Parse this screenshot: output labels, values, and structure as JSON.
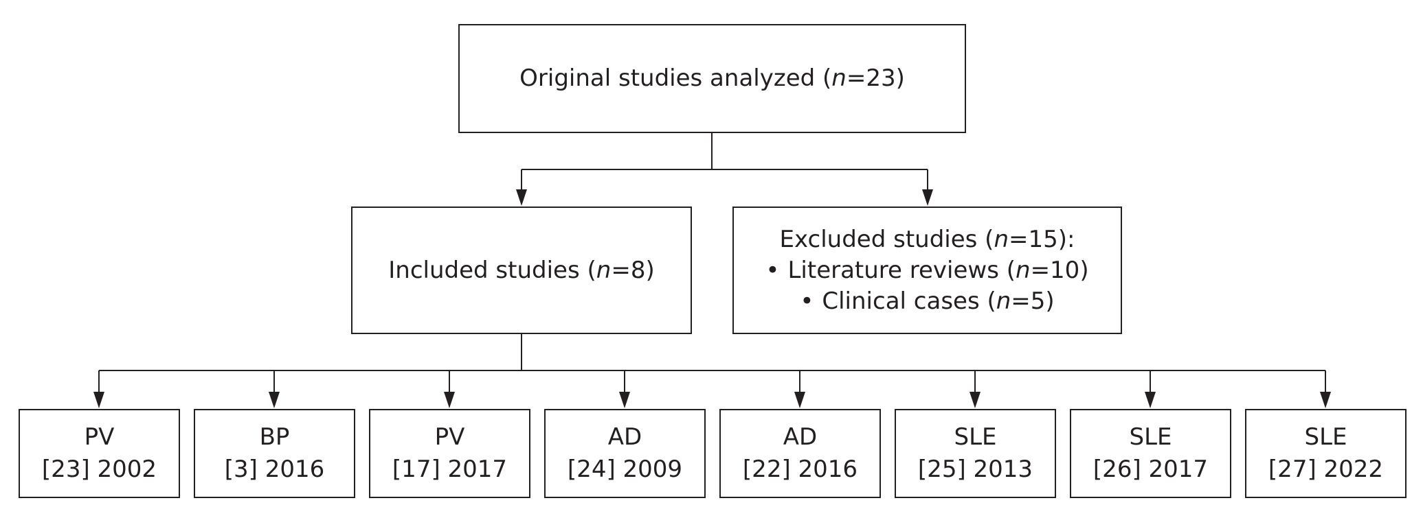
{
  "root": {
    "prefix": "Original studies analyzed (",
    "n_symbol": "n",
    "suffix": "=23)"
  },
  "included": {
    "prefix": "Included studies (",
    "n_symbol": "n",
    "suffix": "=8)"
  },
  "excluded": {
    "heading_prefix": "Excluded studies (",
    "heading_n": "n",
    "heading_suffix": "=15):",
    "bullet_symbol": "•",
    "items": [
      {
        "prefix": "Literature reviews (",
        "n_symbol": "n",
        "suffix": "=10)"
      },
      {
        "prefix": "Clinical cases (",
        "n_symbol": "n",
        "suffix": "=5)"
      }
    ]
  },
  "studies": [
    {
      "type": "PV",
      "ref": "[23] 2002"
    },
    {
      "type": "BP",
      "ref": "[3] 2016"
    },
    {
      "type": "PV",
      "ref": "[17] 2017"
    },
    {
      "type": "AD",
      "ref": "[24] 2009"
    },
    {
      "type": "AD",
      "ref": "[22] 2016"
    },
    {
      "type": "SLE",
      "ref": "[25] 2013"
    },
    {
      "type": "SLE",
      "ref": "[26] 2017"
    },
    {
      "type": "SLE",
      "ref": "[27] 2022"
    }
  ]
}
